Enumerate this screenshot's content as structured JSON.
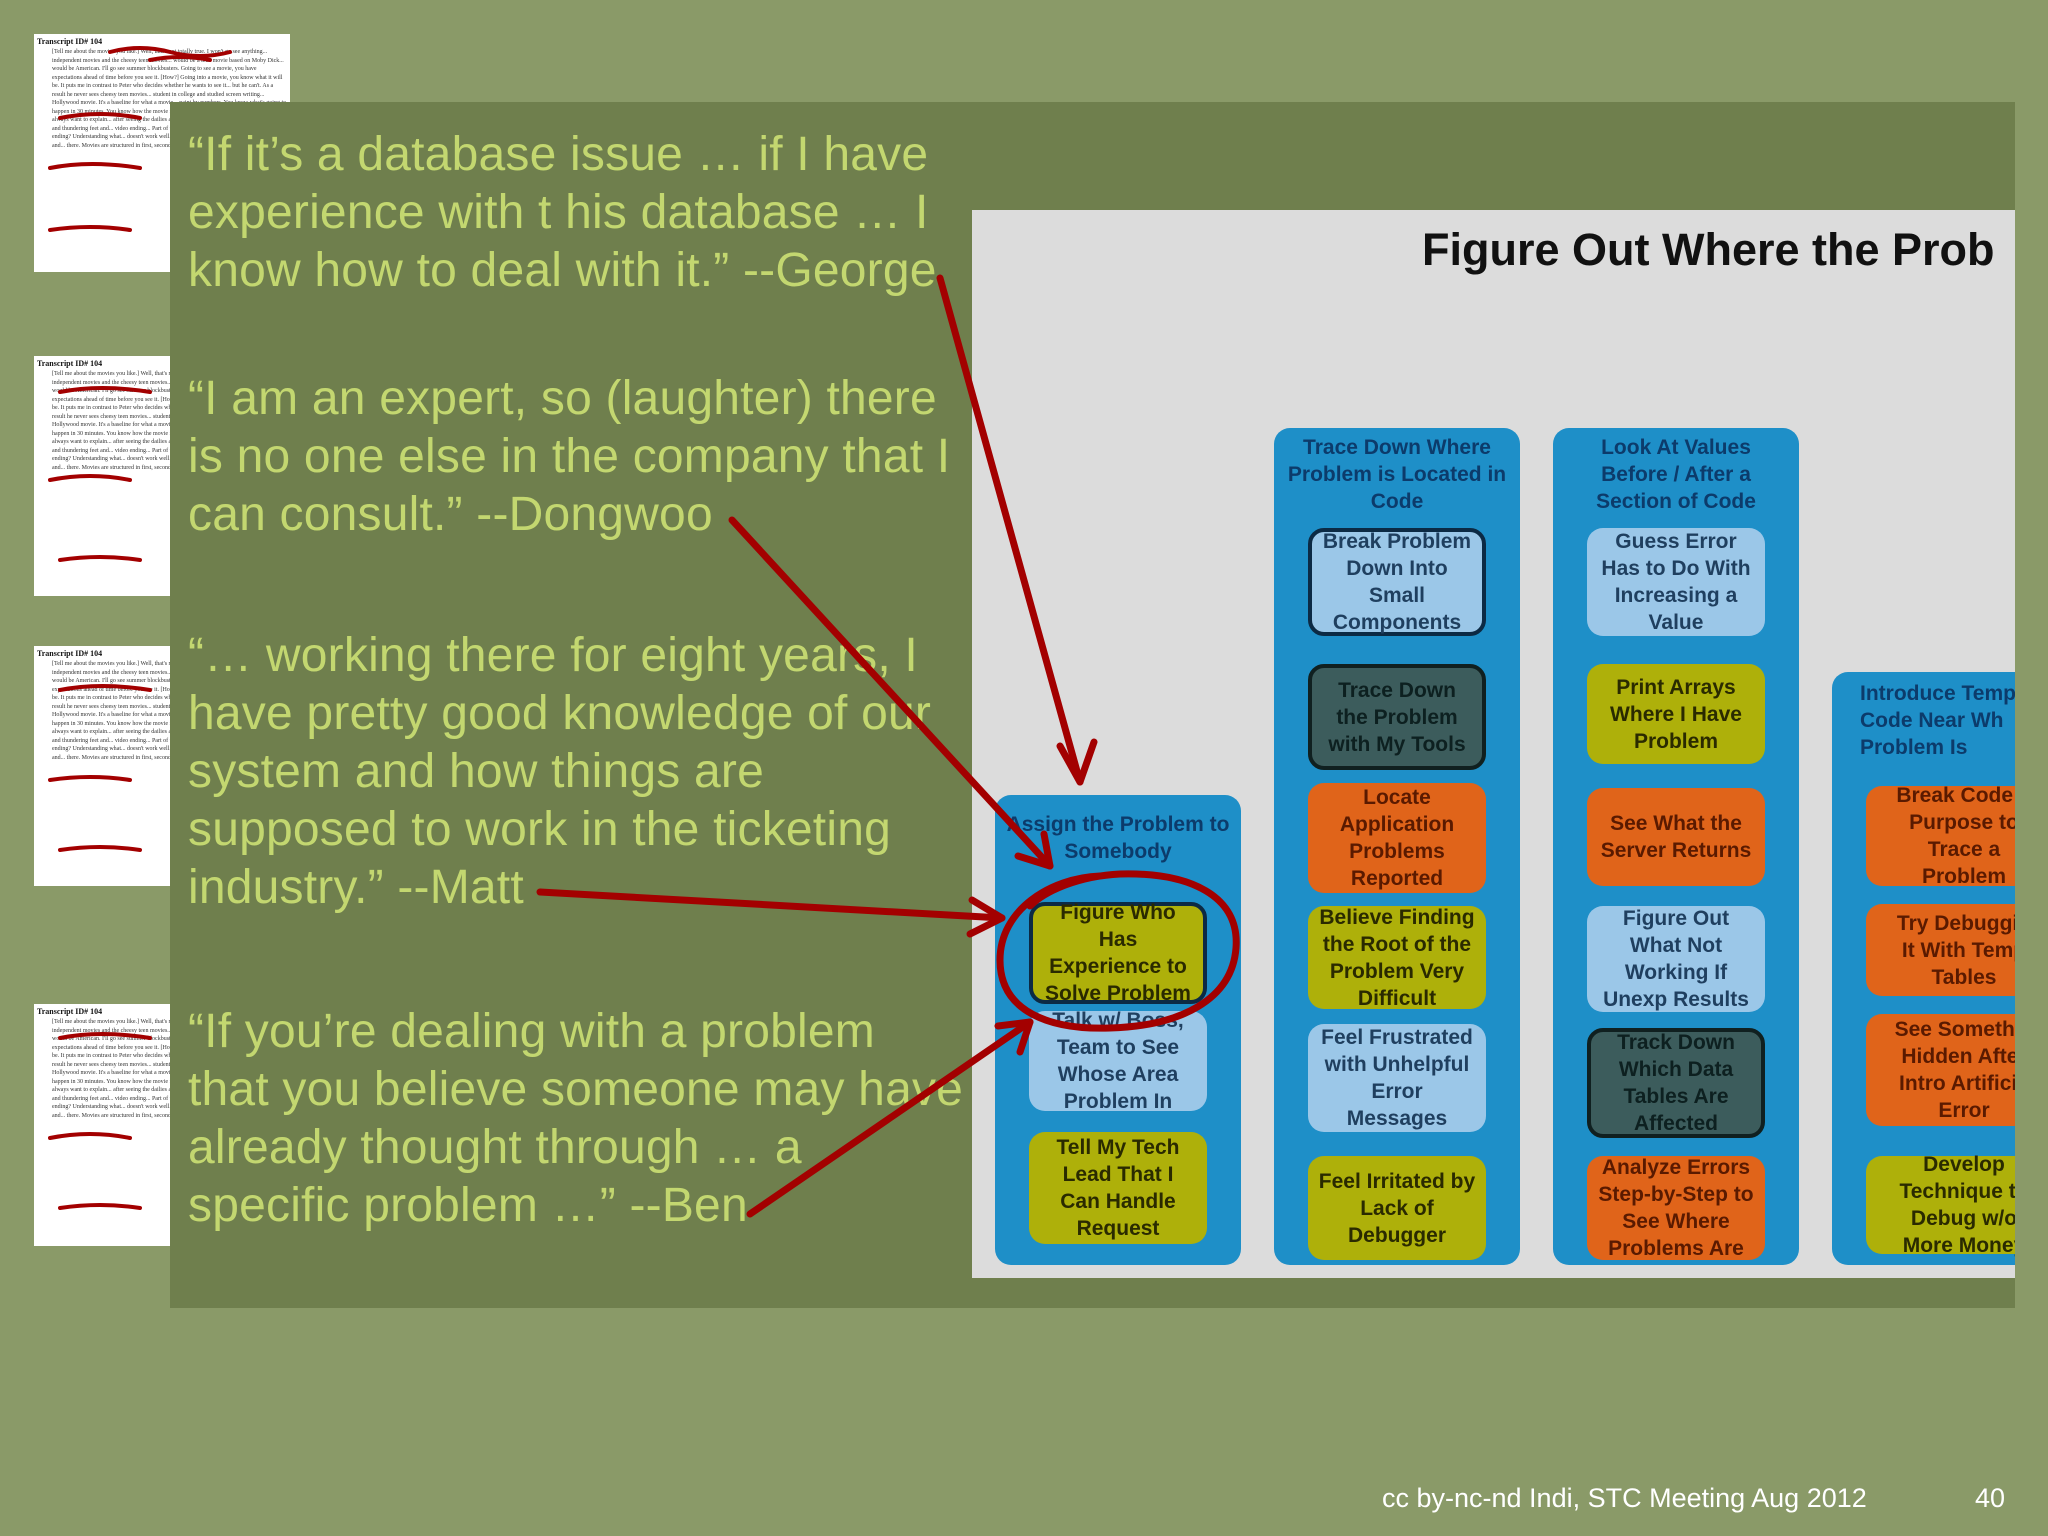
{
  "thumbnails": {
    "title": "Transcript ID# 104",
    "body": "[Tell me about the movies you like.] Well, that's not totally true. I won't go see anything... independent movies and the cheesy teen movies... would be a teen movie based on Moby Dick... would be American. I'll go see summer blockbusters. Going to see a movie, you have expectations ahead of time before you see it. [How?] Going into a movie, you know what it will be. It puts me in contrast to Peter who decides whether he wants to see it... but he can't. As a result he never sees cheesy teen movies... student in college and studied screen writing... Hollywood movie. It's a baseline for what a movie... paint by numbers. You know what's going to happen in 30 minutes. You know how the movie is going to end... Hollywood was that they always want to explain... after seeing the dailies and it would be a scene... cliff, with big noise and thundering feet and... video ending... Part of the fun of going to the movies... you believe the ending? Understanding what... doesn't work well. It is... once spent a summer in college in LA and... there. Movies are structured in first, second and third acts."
  },
  "quotes": [
    "“If it’s a database issue … if I have experience with t  his database … I know how to deal with it.” --George",
    "“I am an expert, so (laughter) there is no one else in the company that I can consult.” --Dongwoo",
    "“… working there for eight years, I have pretty good knowledge of our system and how things are supposed to work in the ticketing industry.” --Matt",
    "“If you’re dealing with a problem that you believe someone may have already thought through … a specific problem …” --Ben"
  ],
  "slide": {
    "title": "Figure Out Where the Prob",
    "columns": [
      {
        "header": "Assign the Problem to\nSomebody",
        "cards": [
          {
            "text": "Figure Who\nHas\nExperience to\nSolve Problem",
            "style": "olive outlined"
          },
          {
            "text": "Talk w/ Boss,\nTeam to See\nWhose Area\nProblem In",
            "style": "blue"
          },
          {
            "text": "Tell My Tech\nLead That I\nCan Handle\nRequest",
            "style": "olive"
          }
        ]
      },
      {
        "header": "Trace Down Where\nProblem is Located in\nCode",
        "cards": [
          {
            "text": "Break Problem\nDown Into\nSmall\nComponents",
            "style": "blue outlined"
          },
          {
            "text": "Trace Down\nthe Problem\nwith My Tools",
            "style": "dark"
          },
          {
            "text": "Locate\nApplication\nProblems\nReported",
            "style": "orange"
          },
          {
            "text": "Believe Finding\nthe Root of the\nProblem Very\nDifficult",
            "style": "olive"
          },
          {
            "text": "Feel Frustrated\nwith Unhelpful\nError\nMessages",
            "style": "blue"
          },
          {
            "text": "Feel Irritated by\nLack of\nDebugger",
            "style": "olive"
          }
        ]
      },
      {
        "header": "Look At Values\nBefore / After a\nSection of Code",
        "cards": [
          {
            "text": "Guess Error\nHas to Do With\nIncreasing a\nValue",
            "style": "blue"
          },
          {
            "text": "Print Arrays\nWhere I Have\nProblem",
            "style": "olive"
          },
          {
            "text": "See What the\nServer Returns",
            "style": "orange"
          },
          {
            "text": "Figure Out\nWhat Not\nWorking If\nUnexp Results",
            "style": "blue"
          },
          {
            "text": "Track Down\nWhich Data\nTables Are\nAffected",
            "style": "dark"
          },
          {
            "text": "Analyze Errors\nStep-by-Step to\nSee Where\nProblems Are",
            "style": "orange"
          }
        ]
      },
      {
        "header": "Introduce Temp\nCode Near Wh\nProblem Is",
        "cards": [
          {
            "text": "Break Code o\nPurpose to\nTrace a\nProblem",
            "style": "orange"
          },
          {
            "text": "Try Debuggin\nIt With Temp\nTables",
            "style": "orange"
          },
          {
            "text": "See Somethin\nHidden After\nIntro Artificia\nError",
            "style": "orange"
          },
          {
            "text": "Develop\nTechnique to\nDebug w/o\nMore Money",
            "style": "olive"
          }
        ]
      }
    ]
  },
  "footer": {
    "credit": "cc by-nc-nd Indi, STC Meeting Aug 2012",
    "page": "40"
  },
  "colors": {
    "background": "#8a9a68",
    "quote_text": "#c3d770",
    "annotation_red": "#a30000",
    "column_blue": "#1e8fc8"
  }
}
